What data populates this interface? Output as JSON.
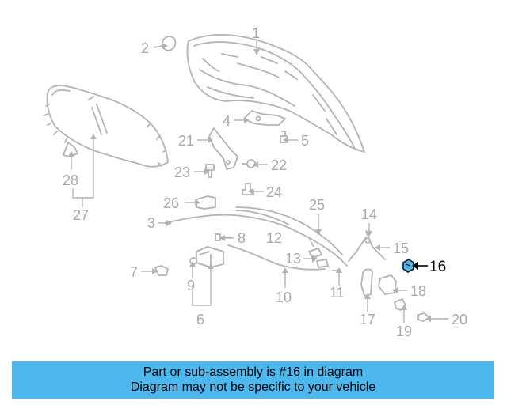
{
  "callouts": {
    "c1": "1",
    "c2": "2",
    "c3": "3",
    "c4": "4",
    "c5": "5",
    "c6": "6",
    "c7": "7",
    "c8": "8",
    "c9": "9",
    "c10": "10",
    "c11": "11",
    "c12": "12",
    "c13": "13",
    "c14": "14",
    "c15": "15",
    "c16": "16",
    "c17": "17",
    "c18": "18",
    "c19": "19",
    "c20": "20",
    "c21": "21",
    "c22": "22",
    "c23": "23",
    "c24": "24",
    "c25": "25",
    "c26": "26",
    "c27": "27",
    "c28": "28"
  },
  "highlight": {
    "part_number": "16",
    "color": "#4db8ee"
  },
  "info_bar": {
    "line1": "Part or sub-assembly is #16 in diagram",
    "line2": "Diagram may not be specific to your vehicle"
  }
}
